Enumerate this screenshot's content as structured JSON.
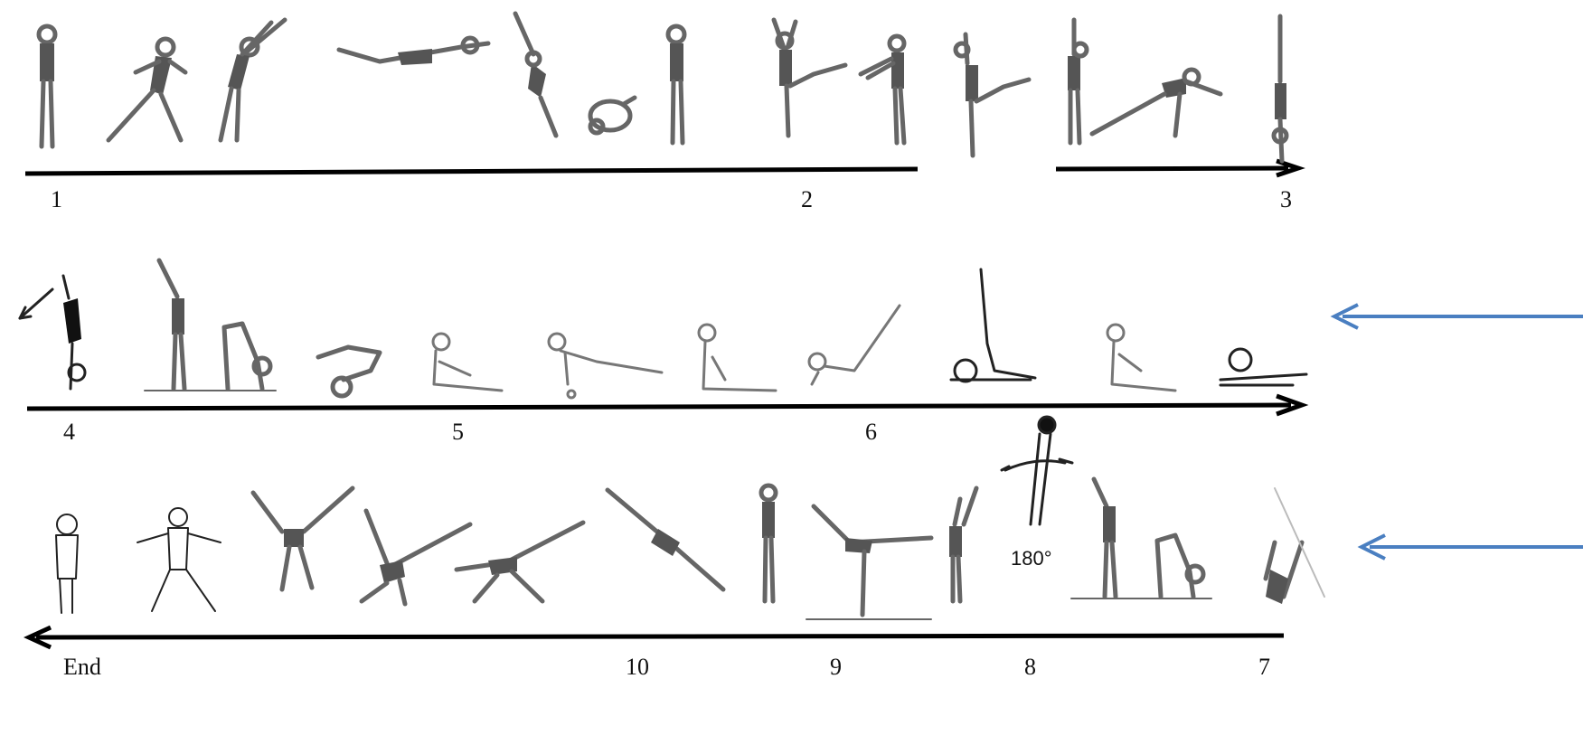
{
  "rows": [
    {
      "labels": [
        {
          "id": "step-1",
          "text": "1"
        },
        {
          "id": "step-2",
          "text": "2"
        },
        {
          "id": "step-3",
          "text": "3"
        }
      ]
    },
    {
      "labels": [
        {
          "id": "step-4",
          "text": "4"
        },
        {
          "id": "step-5",
          "text": "5"
        },
        {
          "id": "step-6",
          "text": "6"
        }
      ]
    },
    {
      "labels": [
        {
          "id": "step-end",
          "text": "End"
        },
        {
          "id": "step-10",
          "text": "10"
        },
        {
          "id": "step-9",
          "text": "9"
        },
        {
          "id": "step-8",
          "text": "8"
        },
        {
          "id": "step-7",
          "text": "7"
        }
      ]
    }
  ],
  "turn_annotation": "180°",
  "colors": {
    "timeline": "#000000",
    "flow_arrow": "#4a7fc1",
    "figure": "#666666"
  },
  "icons": [
    "gymnast-figure-icon",
    "flow-arrow-icon"
  ]
}
